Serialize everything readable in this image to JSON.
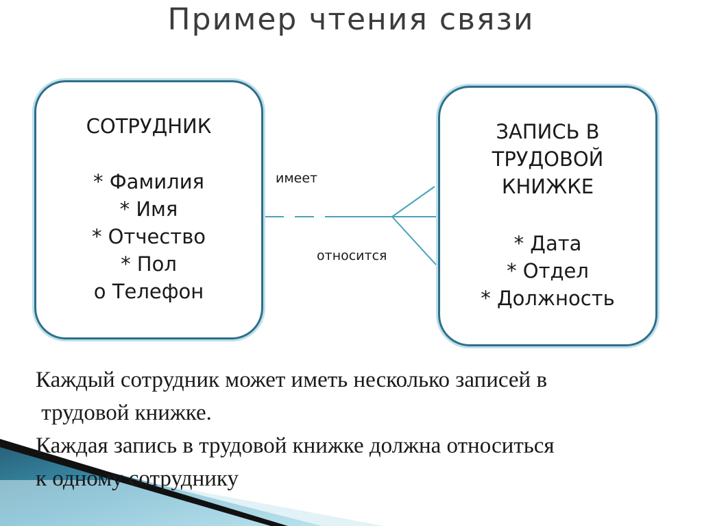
{
  "title": "Пример чтения связи",
  "entities": {
    "left": {
      "name": "СОТРУДНИК",
      "attributes": [
        "* Фамилия",
        "* Имя",
        "* Отчество",
        "* Пол",
        "о Телефон"
      ]
    },
    "right": {
      "name_lines": [
        "ЗАПИСЬ В",
        "ТРУДОВОЙ",
        "КНИЖКЕ"
      ],
      "attributes": [
        "* Дата",
        "* Отдел",
        "* Должность"
      ]
    }
  },
  "relationship": {
    "label_top": "имеет",
    "label_bottom": "относится"
  },
  "statements": [
    "Каждый сотрудник может иметь несколько записей в",
    " трудовой книжке.",
    "Каждая запись в трудовой книжке должна относиться",
    "к одному сотруднику"
  ],
  "colors": {
    "entity_border": "#2e6e8a",
    "connector": "#4aa0bc",
    "decoration_dark": "#111111",
    "decoration_teal": "#2b8fb0"
  }
}
